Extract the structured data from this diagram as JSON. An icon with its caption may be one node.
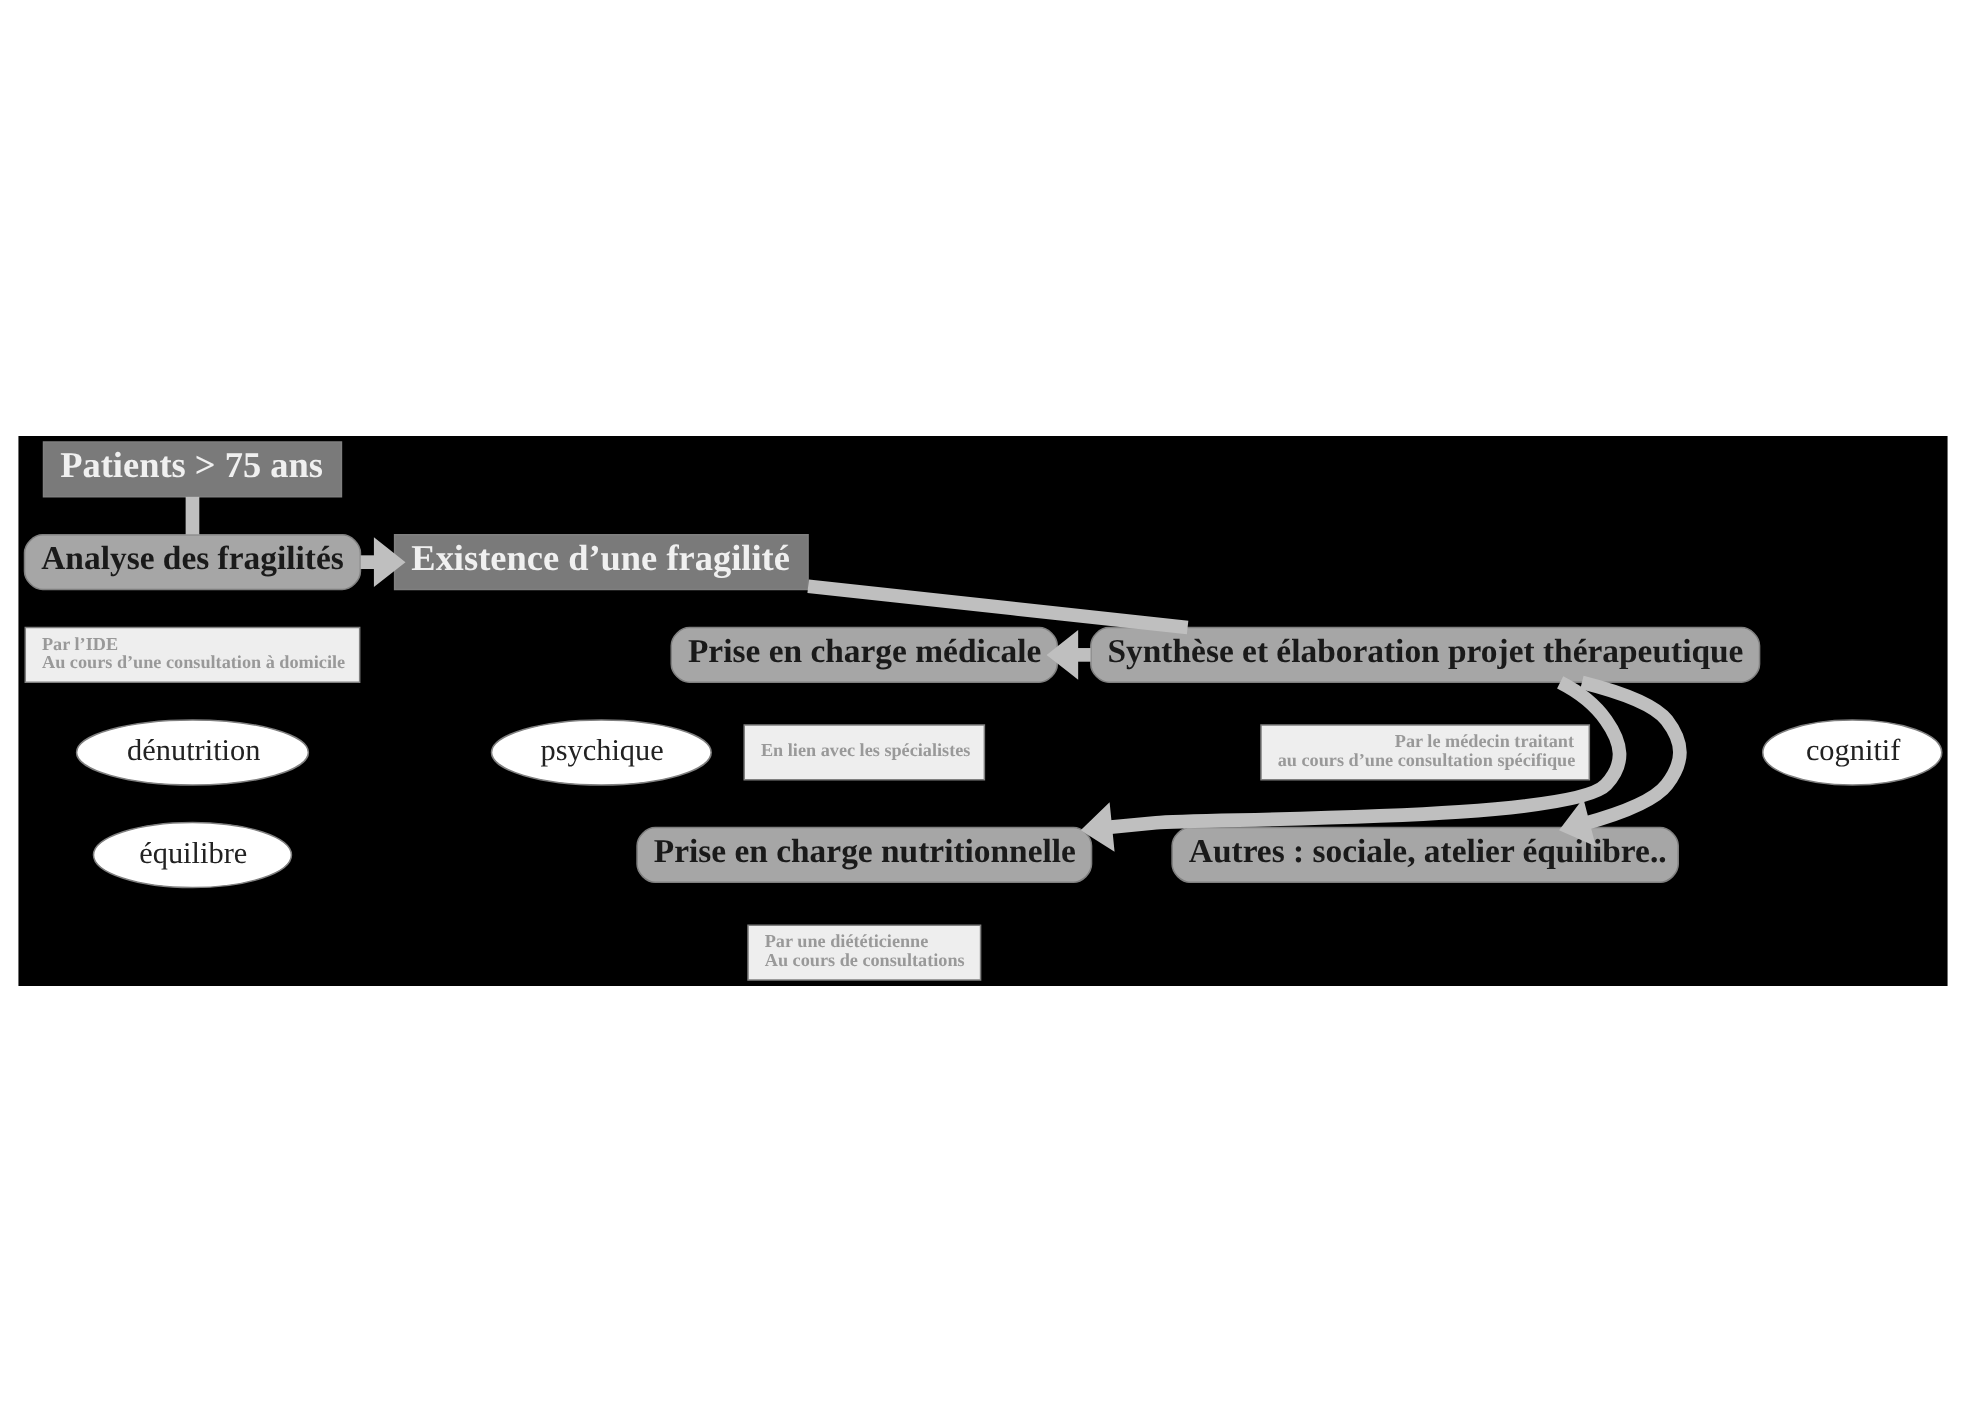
{
  "diagram": {
    "nodes": [
      {
        "text": [
          "Patients > 75 ans"
        ]
      },
      {
        "text": [
          "Analyse des fragilités"
        ]
      },
      {
        "text": [
          "Par l’IDE",
          "Au cours d’une consultation à domicile"
        ]
      },
      {
        "text": [
          "dénutrition"
        ]
      },
      {
        "text": [
          "cognitif"
        ]
      },
      {
        "text": [
          "psychique"
        ]
      },
      {
        "text": [
          "équilibre"
        ]
      },
      {
        "text": [
          "Existence d’une fragilité"
        ]
      },
      {
        "text": [
          "Synthèse et élaboration projet thérapeutique"
        ]
      },
      {
        "text": [
          "Par le médecin traitant",
          "au cours d’une consultation spécifique"
        ]
      },
      {
        "text": [
          "Prise en charge médicale"
        ]
      },
      {
        "text": [
          "En lien avec les spécialistes"
        ]
      },
      {
        "text": [
          "Prise en charge nutritionnelle"
        ]
      },
      {
        "text": [
          "Par une diététicienne",
          "Au cours de consultations"
        ]
      },
      {
        "text": [
          "Autres : sociale, atelier équilibre.."
        ]
      }
    ],
    "edges": [
      {
        "from": 0,
        "to": 1,
        "arrow": "none"
      },
      {
        "from": 1,
        "to": 7,
        "arrow": "to"
      },
      {
        "from": 7,
        "to": 8,
        "arrow": "none"
      },
      {
        "from": 8,
        "to": 10,
        "arrow": "to"
      },
      {
        "from": 8,
        "to": 12,
        "arrow": "to"
      },
      {
        "from": 8,
        "to": 14,
        "arrow": "to"
      }
    ]
  }
}
